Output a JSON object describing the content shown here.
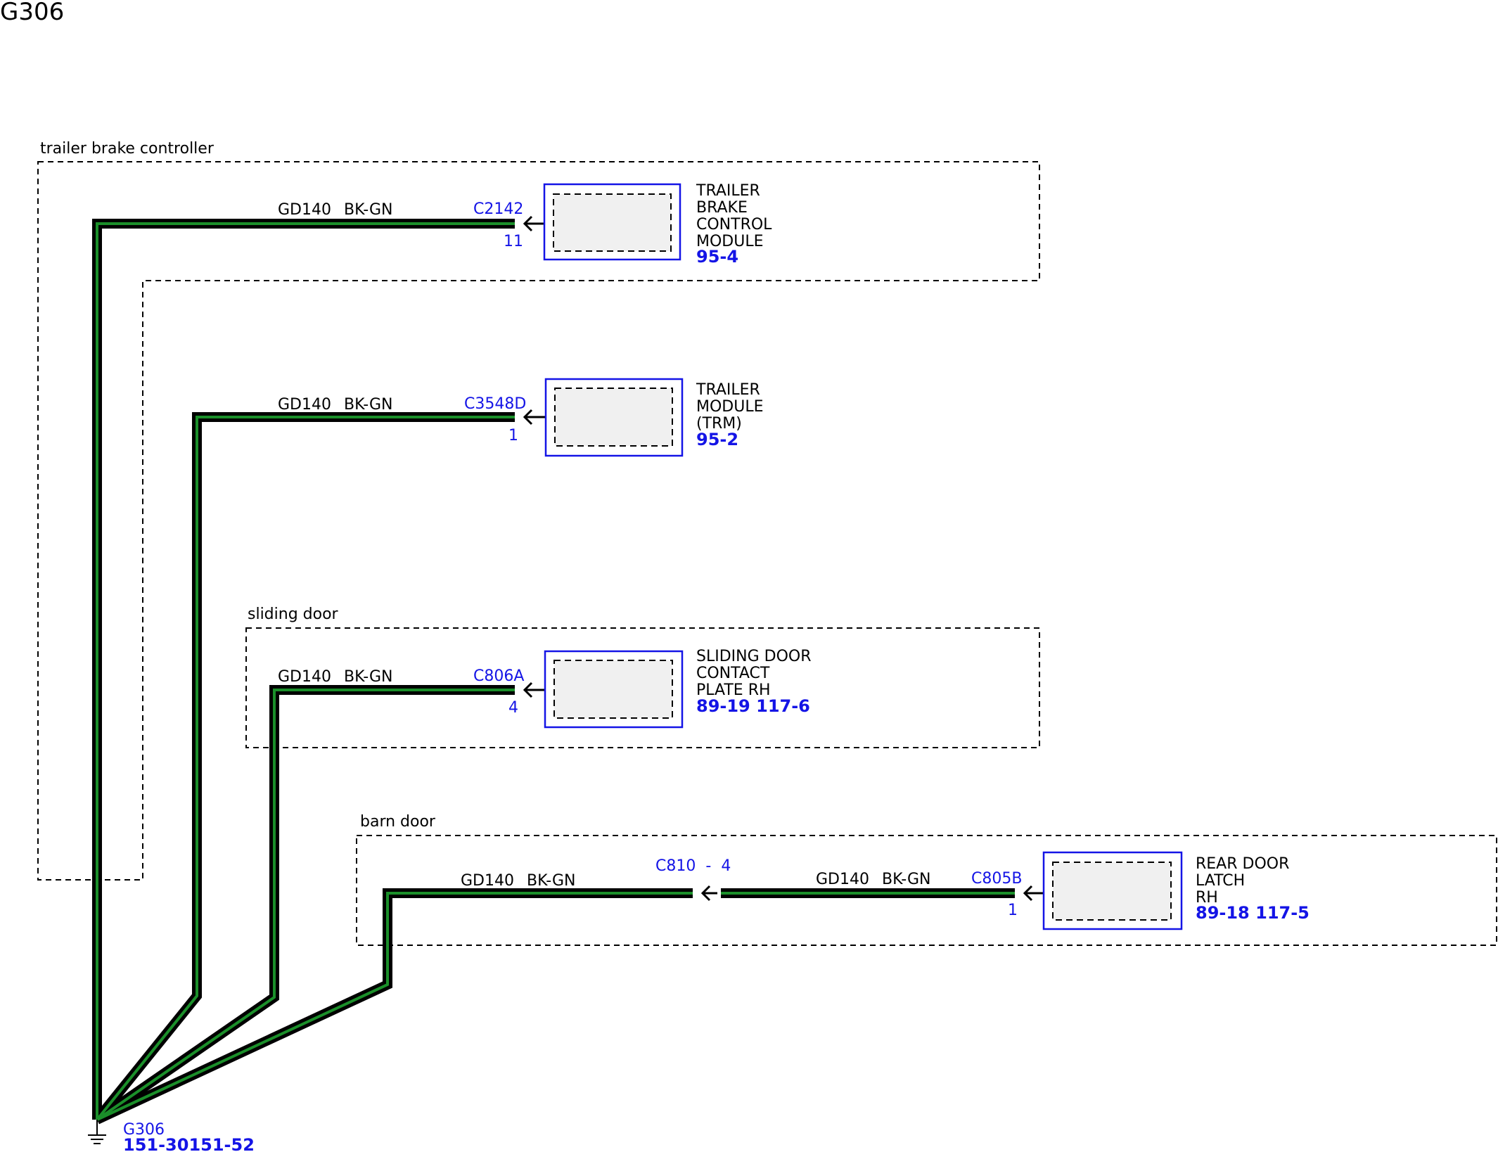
{
  "title": "G306",
  "zones": {
    "trailer_brake_controller": "trailer brake controller",
    "sliding_door": "sliding door",
    "barn_door": "barn door"
  },
  "circuits": [
    {
      "circuit": "GD140",
      "color": "BK-GN",
      "connector": "C2142",
      "pin": "11",
      "component": [
        "TRAILER",
        "BRAKE",
        "CONTROL",
        "MODULE"
      ],
      "ref": "95-4"
    },
    {
      "circuit": "GD140",
      "color": "BK-GN",
      "connector": "C3548D",
      "pin": "1",
      "component": [
        "TRAILER",
        "MODULE",
        "(TRM)"
      ],
      "ref": "95-2"
    },
    {
      "circuit": "GD140",
      "color": "BK-GN",
      "connector": "C806A",
      "pin": "4",
      "component": [
        "SLIDING DOOR",
        "CONTACT",
        "PLATE RH"
      ],
      "ref": "89-19 117-6"
    },
    {
      "circuit": "GD140",
      "color": "BK-GN",
      "connector": "C805B",
      "pin": "1",
      "component": [
        "REAR DOOR",
        "LATCH",
        "RH"
      ],
      "ref": "89-18 117-5"
    }
  ],
  "inline": {
    "circuit": "GD140",
    "color": "BK-GN",
    "connector": "C810",
    "separator": "-",
    "pin": "4"
  },
  "ground": {
    "name": "G306",
    "ref": "151-30151-52"
  },
  "colors": {
    "wire_outer": "#000000",
    "wire_stripe": "#1b8f2a",
    "label_blue": "#1414e6"
  }
}
